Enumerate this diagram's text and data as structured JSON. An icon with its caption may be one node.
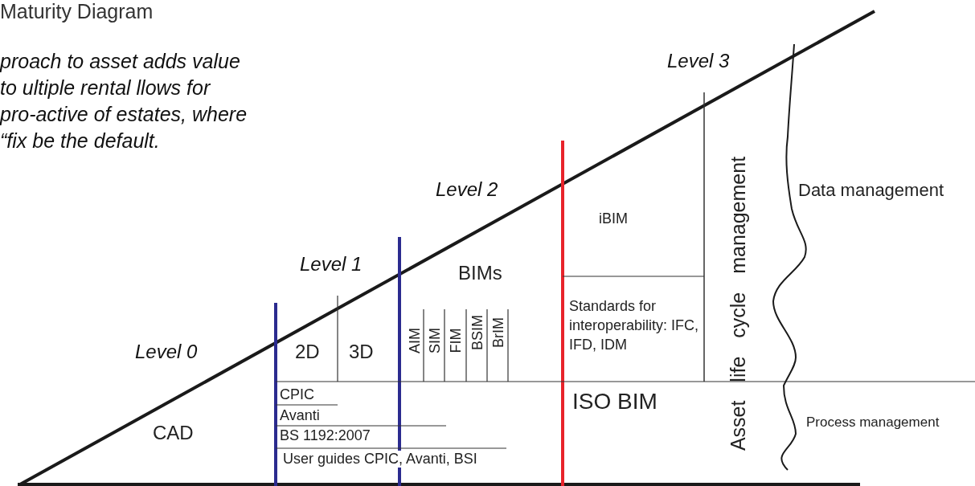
{
  "diagram": {
    "title": "Maturity Diagram",
    "labels": [
      "proach to asset adds value to ultiple rental llows for pro-active of estates, where “fix be the default.",
      "Level 3",
      "Level 2",
      "Level 1",
      "Level 0",
      "iBIM",
      "BIMs",
      "Data management",
      "Standards for interoperability: IFC, IFD, IDM",
      "2D",
      "3D",
      "AIM",
      "SIM",
      "FIM",
      "BSIM",
      "BrIM",
      "ISO BIM",
      "CPIC",
      "Avanti",
      "BS 1192:2007",
      "User guides CPIC, Avanti, BSI",
      "CAD",
      "Process management",
      "Asset life cycle management"
    ]
  }
}
